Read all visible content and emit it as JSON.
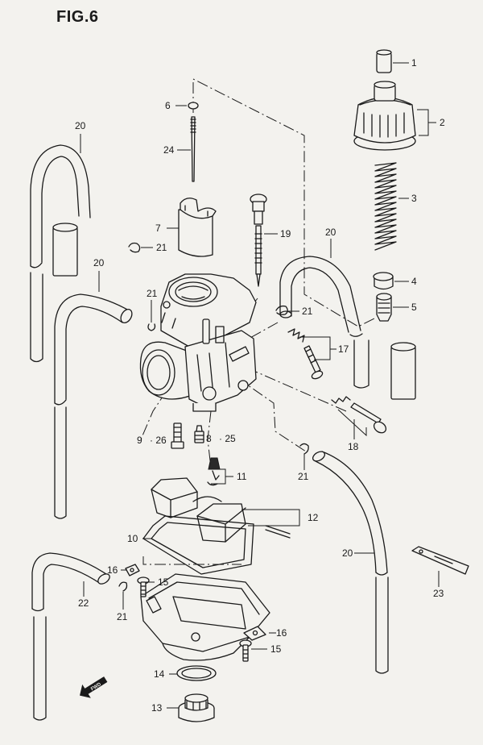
{
  "figure": {
    "title": "FIG.6"
  },
  "fwd_label": "FWD",
  "callouts": {
    "c1": "1",
    "c2": "2",
    "c3": "3",
    "c4": "4",
    "c5": "5",
    "c6": "6",
    "c7": "7",
    "c8": "8",
    "c8b": "· 25",
    "c9": "9",
    "c9b": "· 26",
    "c10": "10",
    "c11": "11",
    "c12": "12",
    "c13": "13",
    "c14": "14",
    "c15a": "15",
    "c15b": "15",
    "c16a": "16",
    "c16b": "16",
    "c17": "17",
    "c18": "18",
    "c19": "19",
    "c20a": "20",
    "c20b": "20",
    "c20c": "20",
    "c20d": "20",
    "c21a": "21",
    "c21b": "21",
    "c21c": "21",
    "c21d": "21",
    "c21e": "21",
    "c22": "22",
    "c23": "23",
    "c24": "24"
  }
}
